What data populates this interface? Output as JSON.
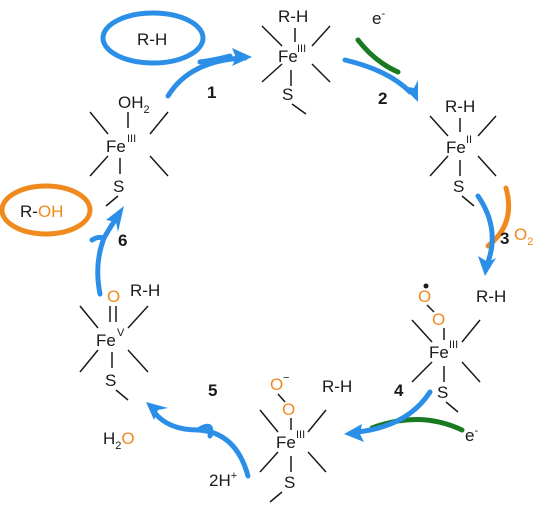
{
  "species": {
    "substrate": "R-H",
    "product_r": "R-",
    "product_oh": "OH",
    "electron": "e",
    "electron_sup": "-",
    "oxygen": "O",
    "oxygen_sub": "2",
    "water_h": "H",
    "water_sub": "2",
    "water_o": "O",
    "protons": "2H",
    "protons_sup": "+",
    "oxo": "O",
    "peroxo_o": "O",
    "peroxo_minus": "−",
    "aqua": "OH",
    "aqua_sub": "2"
  },
  "iron": {
    "symbol": "Fe",
    "ox_III": "III",
    "ox_II": "II",
    "ox_V": "V",
    "thiolate": "S"
  },
  "steps": [
    "1",
    "2",
    "3",
    "4",
    "5",
    "6"
  ],
  "colors": {
    "arrow": "#2b8fe8",
    "oxygen": "#f08a1e",
    "electron": "#1a7a22",
    "text": "#1a1a1a"
  }
}
